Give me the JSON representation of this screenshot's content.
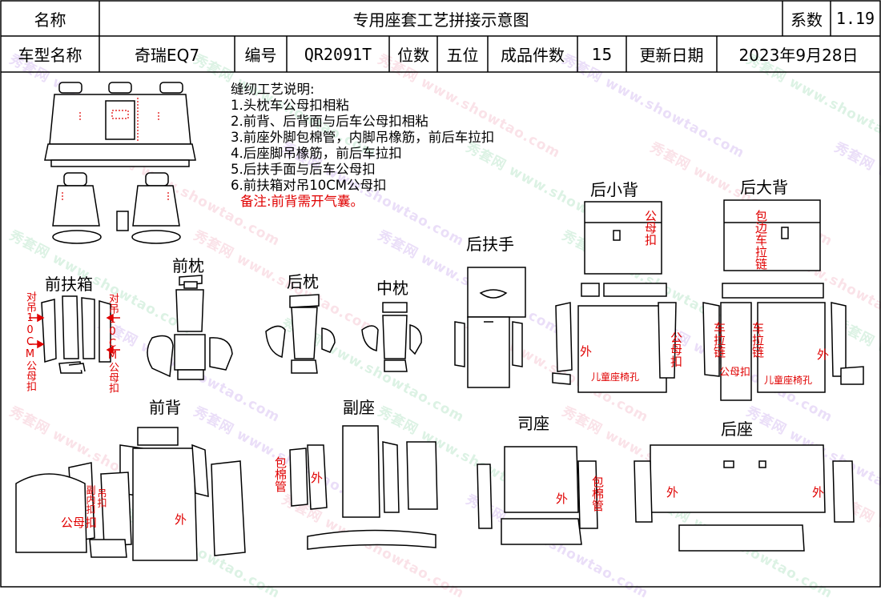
{
  "header": {
    "name_label": "名称",
    "doc_title": "专用座套工艺拼接示意图",
    "factor_label": "系数",
    "factor_value": "1.19",
    "model_label": "车型名称",
    "model_value": "奇瑞EQ7",
    "code_label": "编号",
    "code_value": "QR2091T",
    "seats_label": "位数",
    "seats_value": "五位",
    "pieces_label": "成品件数",
    "pieces_value": "15",
    "date_label": "更新日期",
    "date_value": "2023年9月28日"
  },
  "notes": {
    "title": "缝纫工艺说明:",
    "items": [
      "1.头枕车公母扣相粘",
      "2.前背、后背面与后车公母扣相粘",
      "3.前座外脚包棉管，内脚吊橡筋，前后车拉扣",
      "4.后座脚吊橡筋，前后车拉扣",
      "5.后扶手面与后车公母扣",
      "6.前扶箱对吊10CM公母扣"
    ],
    "remark": "备注:前背需开气囊。"
  },
  "pieces": {
    "front_armrest_box": "前扶箱",
    "front_headrest": "前枕",
    "rear_headrest": "后枕",
    "middle_headrest": "中枕",
    "rear_armrest": "后扶手",
    "rear_small_back": "后小背",
    "rear_large_back": "后大背",
    "front_back": "前背",
    "passenger_seat": "副座",
    "driver_seat": "司座",
    "rear_seat": "后座"
  },
  "annotations": {
    "hang_left": "对吊10CM公母扣",
    "hang_right": "对吊10CM公母扣",
    "snap": "公母扣",
    "snap2": "公母扣",
    "outer": "外",
    "child_seat_hole": "儿童座椅孔",
    "edge_zip": "包边车拉链",
    "zip": "车拉链",
    "cotton_tube": "包棉管",
    "inner_snap": "副内扣",
    "hang": "吊扣"
  },
  "watermark": {
    "text_cn": "秀套网",
    "text_en": "www.showtao.com"
  },
  "colors": {
    "annotation": "#e00000",
    "watermark": "#b38be0"
  }
}
